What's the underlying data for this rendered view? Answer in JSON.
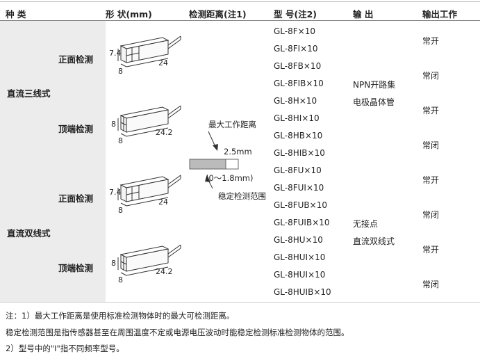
{
  "headers": {
    "type": "种 类",
    "shape": "形  状(mm)",
    "distance": "检测距离(注1)",
    "model": "型  号(注2)",
    "output": "输  出",
    "operation": "输出工作"
  },
  "categories": {
    "dc3": "直流三线式",
    "dc2": "直流双线式",
    "front1": "正面检测",
    "top1": "顶端检测",
    "front2": "正面检测",
    "top2": "顶端检测"
  },
  "models": [
    "GL-8F×10",
    "GL-8FI×10",
    "GL-8FB×10",
    "GL-8FIB×10",
    "GL-8H×10",
    "GL-8HI×10",
    "GL-8HB×10",
    "GL-8HIB×10",
    "GL-8FU×10",
    "GL-8FUI×10",
    "GL-8FUB×10",
    "GL-8FUIB×10",
    "GL-8HU×10",
    "GL-8HUI×10",
    "GL-8HUI×10",
    "GL-8HUIB×10"
  ],
  "outputs": {
    "npn_line1": "NPN开路集",
    "npn_line2": "电极晶体管",
    "contactless": "无接点",
    "dc2": "直流双线式"
  },
  "operations": [
    "常开",
    "常闭",
    "常开",
    "常闭",
    "常开",
    "常闭",
    "常开",
    "常闭"
  ],
  "diagram": {
    "max_distance_label": "最大工作距离",
    "distance_value": "2.5mm",
    "stable_range_value": "(0～1.8mm)",
    "stable_range_label": "稳定检测范围"
  },
  "dims": {
    "front_h": "7.4",
    "front_w": "8",
    "front_l": "24",
    "top_h": "8",
    "top_w": "8",
    "top_l": "24.2"
  },
  "notes": {
    "n1": "注：1）最大工作距离是使用标准检测物体时的最大可检测距离。",
    "n2": "稳定检测范围是指传感器甚至在周围温度不定或电源电压波动时能稳定检测标准检测物体的范围。",
    "n3": "2）型号中的\"I\"指不同频率型号。"
  }
}
